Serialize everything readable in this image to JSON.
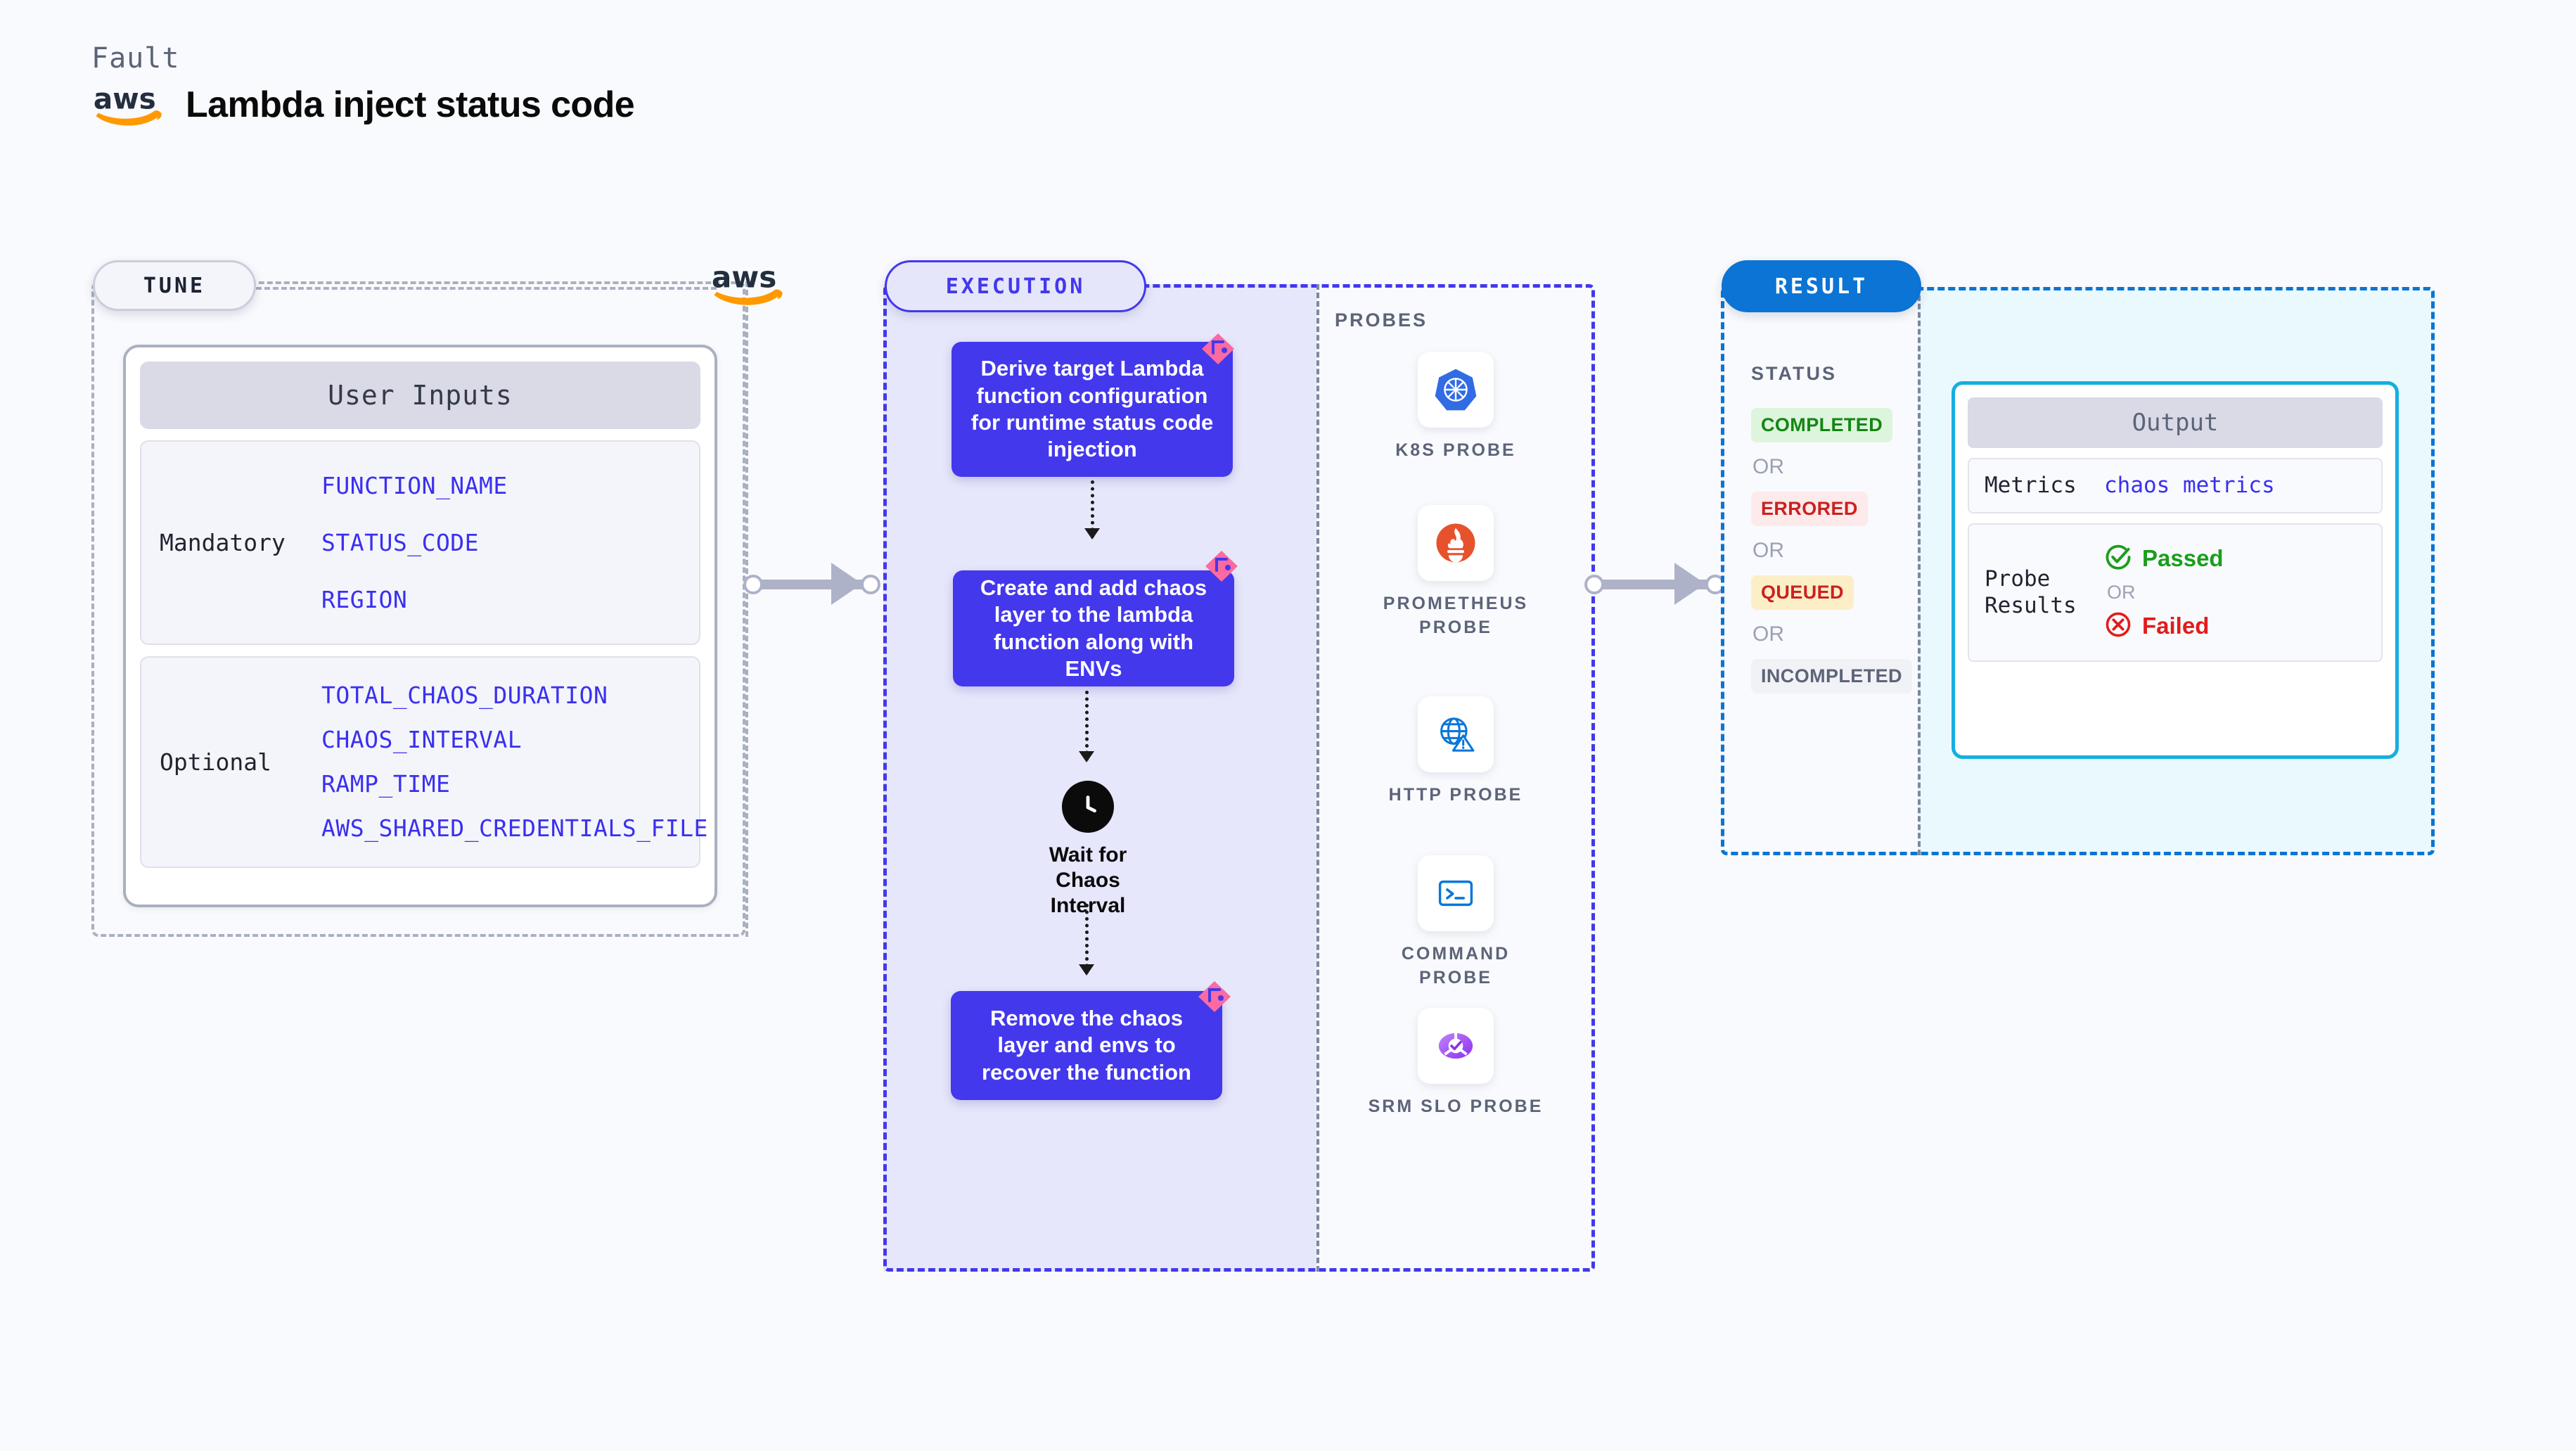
{
  "header": {
    "kind_label": "Fault",
    "title": "Lambda inject status code",
    "logo": "aws-logo"
  },
  "tune": {
    "tag": "TUNE",
    "provider_logo": "aws-logo",
    "card_title": "User Inputs",
    "groups": [
      {
        "label": "Mandatory",
        "values": [
          "FUNCTION_NAME",
          "STATUS_CODE",
          "REGION"
        ]
      },
      {
        "label": "Optional",
        "values": [
          "TOTAL_CHAOS_DURATION",
          "CHAOS_INTERVAL",
          "RAMP_TIME",
          "AWS_SHARED_CREDENTIALS_FILE"
        ]
      }
    ]
  },
  "execution": {
    "tag": "EXECUTION",
    "nodes": [
      {
        "id": "derive",
        "text": "Derive target Lambda function configuration for runtime status code injection",
        "badge": "harness-ribbon-icon"
      },
      {
        "id": "create",
        "text": "Create and add chaos layer to the lambda function along with ENVs",
        "badge": "harness-ribbon-icon"
      },
      {
        "id": "remove",
        "text": "Remove the chaos layer and envs to recover the function",
        "badge": "harness-ribbon-icon"
      }
    ],
    "wait": {
      "icon": "clock-icon",
      "label": "Wait for Chaos Interval"
    },
    "probes_title": "PROBES",
    "probes": [
      {
        "name": "K8S PROBE",
        "icon": "kubernetes-icon"
      },
      {
        "name": "PROMETHEUS PROBE",
        "icon": "prometheus-icon"
      },
      {
        "name": "HTTP PROBE",
        "icon": "http-globe-warning-icon"
      },
      {
        "name": "COMMAND PROBE",
        "icon": "terminal-icon"
      },
      {
        "name": "SRM SLO PROBE",
        "icon": "srm-slo-icon"
      }
    ]
  },
  "result": {
    "tag": "RESULT",
    "status_title": "STATUS",
    "or_label": "OR",
    "statuses": [
      {
        "label": "COMPLETED",
        "color": "#138613",
        "bg": "#dcf5dc"
      },
      {
        "label": "ERRORED",
        "color": "#cc2020",
        "bg": "#fdeaea"
      },
      {
        "label": "QUEUED",
        "color": "#cc2020",
        "bg": "#fcefc8"
      },
      {
        "label": "INCOMPLETED",
        "color": "#5d6479",
        "bg": "#f1f2f6"
      }
    ],
    "output": {
      "title": "Output",
      "metrics_key": "Metrics",
      "metrics_value": "chaos metrics",
      "probe_results_key": "Probe Results",
      "passed_label": "Passed",
      "failed_label": "Failed",
      "or_label": "OR",
      "passed_icon": "check-circle-icon",
      "failed_icon": "x-circle-icon"
    }
  },
  "colors": {
    "background": "#f9fafd",
    "execution_accent": "#4338ec",
    "result_accent": "#0b74d4",
    "output_border": "#16aee0",
    "tune_border": "#a9b0c0",
    "ribbon": "#fb6aa0",
    "connector": "#aeb2c8",
    "code_text": "#3a30f0"
  }
}
